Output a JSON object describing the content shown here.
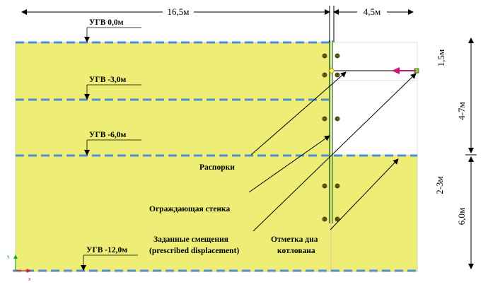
{
  "dimensions": {
    "top_left": "16,5м",
    "top_right": "4,5м",
    "right_1": "1,5м",
    "right_2": "4-7м",
    "right_3": "2-3м",
    "right_4": "6,0м"
  },
  "water_levels": [
    {
      "label": "УГВ 0,0м"
    },
    {
      "label": "УГВ -3,0м"
    },
    {
      "label": "УГВ -6,0м"
    },
    {
      "label": "УГВ -12,0м"
    }
  ],
  "callouts": {
    "struts": "Распорки",
    "wall": "Ограждающая стенка",
    "prescribed_line1": "Заданные смещения",
    "prescribed_line2": "(prescribed displacement)",
    "bottom_line1": "Отметка дна",
    "bottom_line2": "котлована"
  },
  "axes": {
    "y": "y",
    "x": "x"
  },
  "colors": {
    "soil": "#eeee77",
    "water_line": "#4f8fd0",
    "wall": "#5a8a2a",
    "anchor": "#5a5a10",
    "arrow": "#cc1177"
  }
}
